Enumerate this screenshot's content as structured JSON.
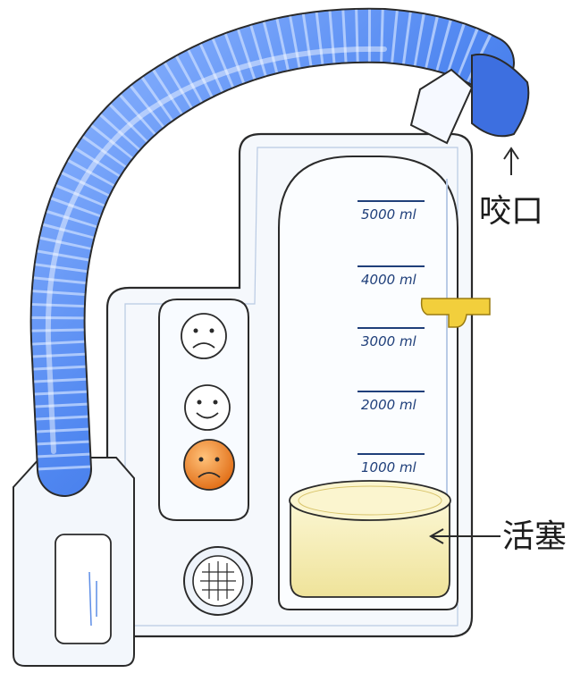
{
  "diagram": {
    "scale_marks": [
      "5000 ml",
      "4000 ml",
      "3000 ml",
      "2000 ml",
      "1000 ml"
    ],
    "scale_values_ml": [
      5000,
      4000,
      3000,
      2000,
      1000
    ],
    "piston_level_ml": 700,
    "callouts": {
      "mouthpiece": "咬口",
      "piston": "活塞"
    },
    "indicator_faces": [
      "sad-face",
      "smiling-face",
      "sad-face"
    ],
    "colors": {
      "tube_blue": "#4f86f0",
      "piston_yellow": "#f7eeb4",
      "indicator_orange": "#f08a2e",
      "marker_yellow": "#f2cf3c",
      "outline": "#2a2a2a"
    }
  }
}
